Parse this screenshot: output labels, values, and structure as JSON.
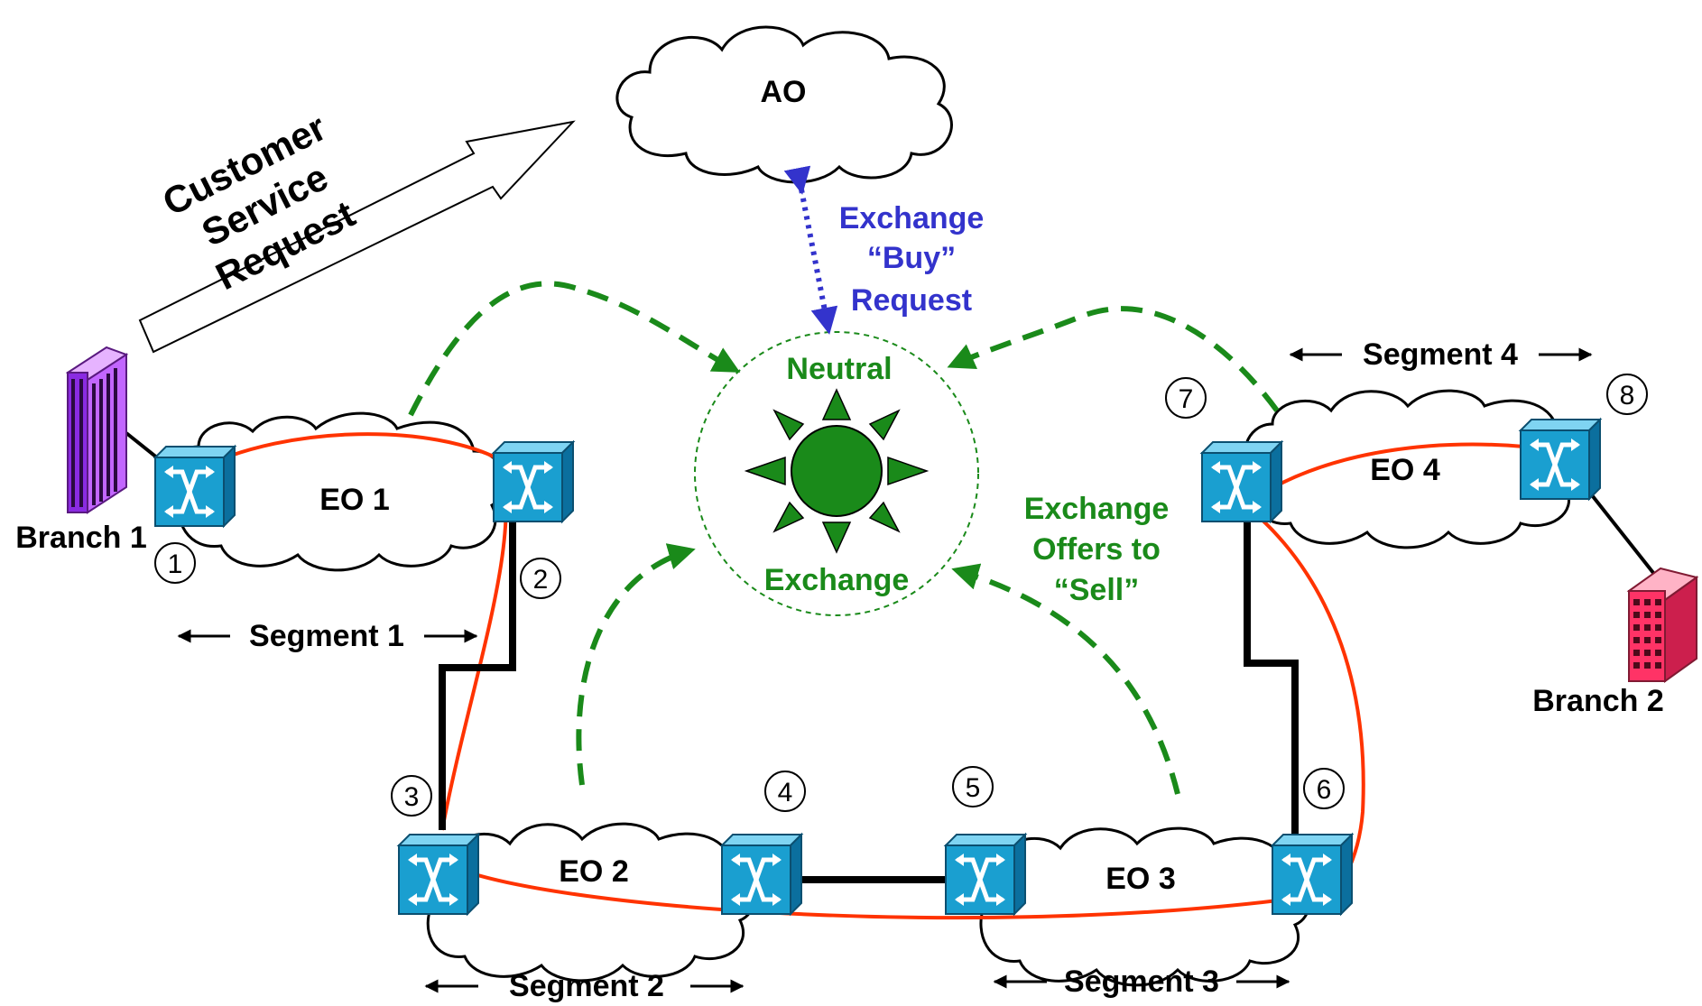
{
  "ao": {
    "label": "AO"
  },
  "customer_request": {
    "line1": "Customer",
    "line2": "Service",
    "line3": "Request"
  },
  "buy_request": {
    "line1": "Exchange",
    "line2": "“Buy”",
    "line3": "Request"
  },
  "neutral_exchange": {
    "line1": "Neutral",
    "line2": "Exchange"
  },
  "offers": {
    "line1": "Exchange",
    "line2": "Offers to",
    "line3": "“Sell”"
  },
  "eo": {
    "eo1": "EO 1",
    "eo2": "EO 2",
    "eo3": "EO 3",
    "eo4": "EO 4"
  },
  "branches": {
    "branch1": "Branch 1",
    "branch2": "Branch 2"
  },
  "segments": {
    "s1": "Segment 1",
    "s2": "Segment 2",
    "s3": "Segment 3",
    "s4": "Segment 4"
  },
  "nodes": {
    "n1": "1",
    "n2": "2",
    "n3": "3",
    "n4": "4",
    "n5": "5",
    "n6": "6",
    "n7": "7",
    "n8": "8"
  },
  "colors": {
    "buy_request": "#3333cc",
    "exchange_green": "#1a8a1a",
    "red_path": "#ff3300",
    "switch_fill": "#1a9fd0",
    "branch1_building": "#b84dff",
    "branch2_building": "#ff3366"
  },
  "icons": {
    "switch": "network-switch-icon",
    "branch1": "office-building-icon",
    "branch2": "office-building-icon",
    "exchange": "sun-icon"
  }
}
